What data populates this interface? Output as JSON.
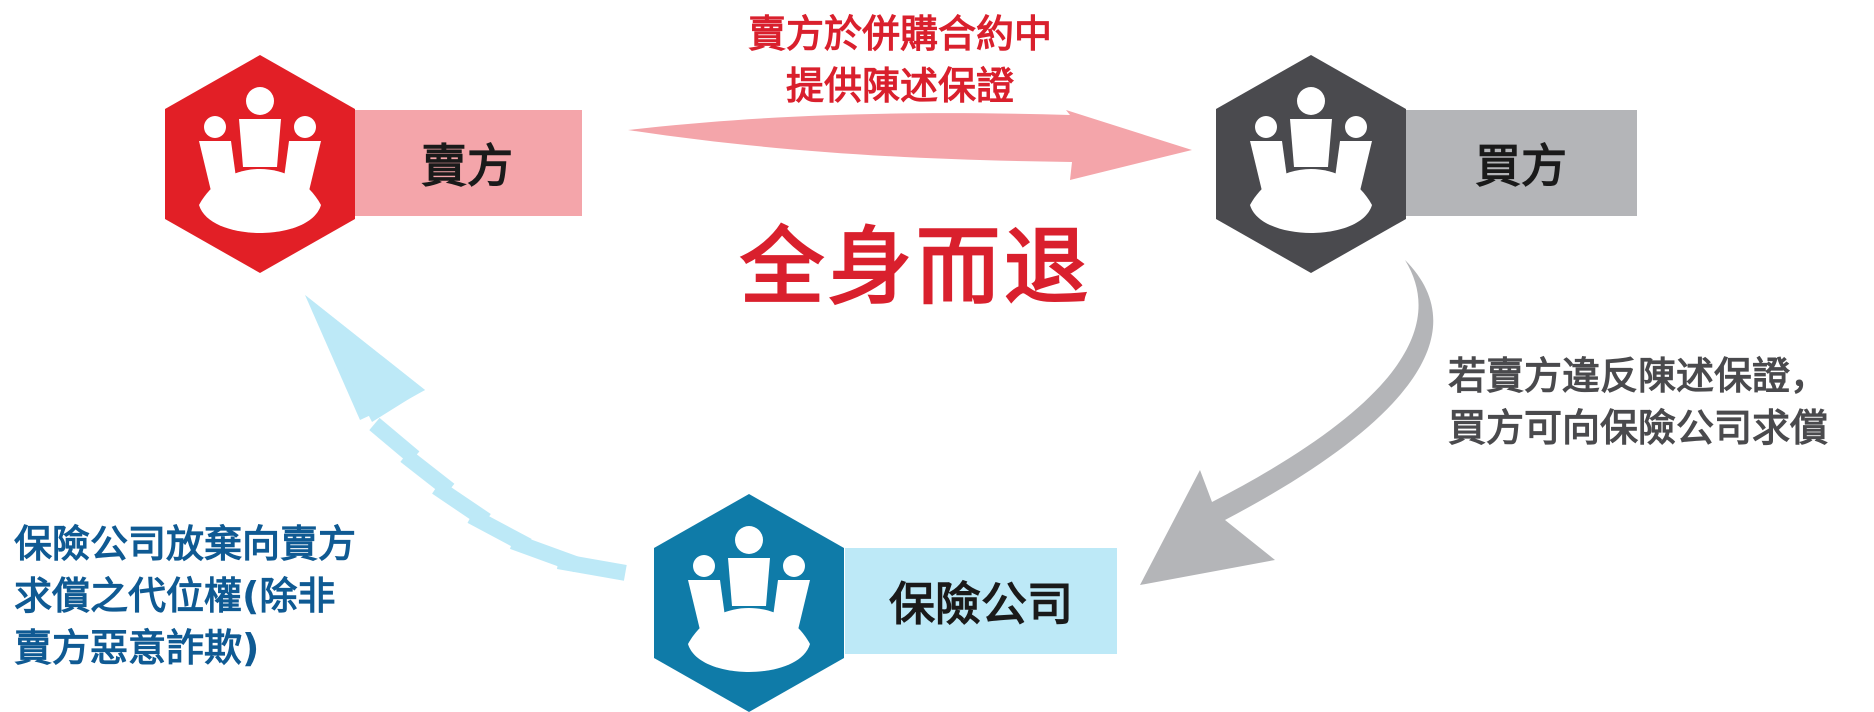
{
  "nodes": {
    "seller": {
      "label": "賣方",
      "hex_color": "#e21f26",
      "box_color": "#f4a5aa"
    },
    "buyer": {
      "label": "買方",
      "hex_color": "#4a4a4e",
      "box_color": "#b4b5b8"
    },
    "insurer": {
      "label": "保險公司",
      "hex_color": "#0f7ba8",
      "box_color": "#bde9f7"
    }
  },
  "icons": {
    "node_icon": "people-meeting-icon"
  },
  "edges": {
    "seller_to_buyer": {
      "lines": [
        "賣方於併購合約中",
        "提供陳述保證"
      ],
      "color": "#d9202d",
      "arrow_color": "#f4a5aa"
    },
    "buyer_to_insurer": {
      "lines": [
        "若賣方違反陳述保證，",
        "買方可向保險公司求償"
      ],
      "color": "#4a4a4d",
      "arrow_color": "#b4b5b8"
    },
    "insurer_to_seller": {
      "lines": [
        "保險公司放棄向賣方",
        "求償之代位權(除非",
        "賣方惡意詐欺)"
      ],
      "color": "#0f5a93",
      "arrow_color": "#bde9f7"
    }
  },
  "center_slogan": "全身而退"
}
